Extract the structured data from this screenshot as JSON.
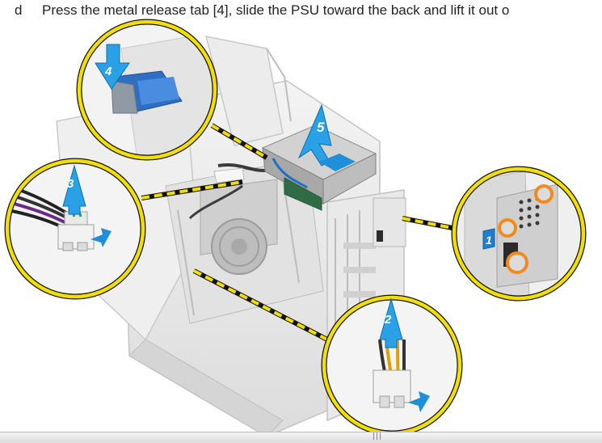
{
  "step": {
    "letter": "d",
    "text": "Press the metal release tab [4], slide the PSU toward the back and lift it out o"
  },
  "callouts": {
    "one": "1",
    "two": "2",
    "three": "3",
    "four": "4",
    "five": "5"
  },
  "statusbar": {
    "grip": "|||"
  },
  "colors": {
    "callout_ring": "#f2de00",
    "arrow_blue": "#1e8fd8",
    "screw_orange": "#f28a1e"
  }
}
